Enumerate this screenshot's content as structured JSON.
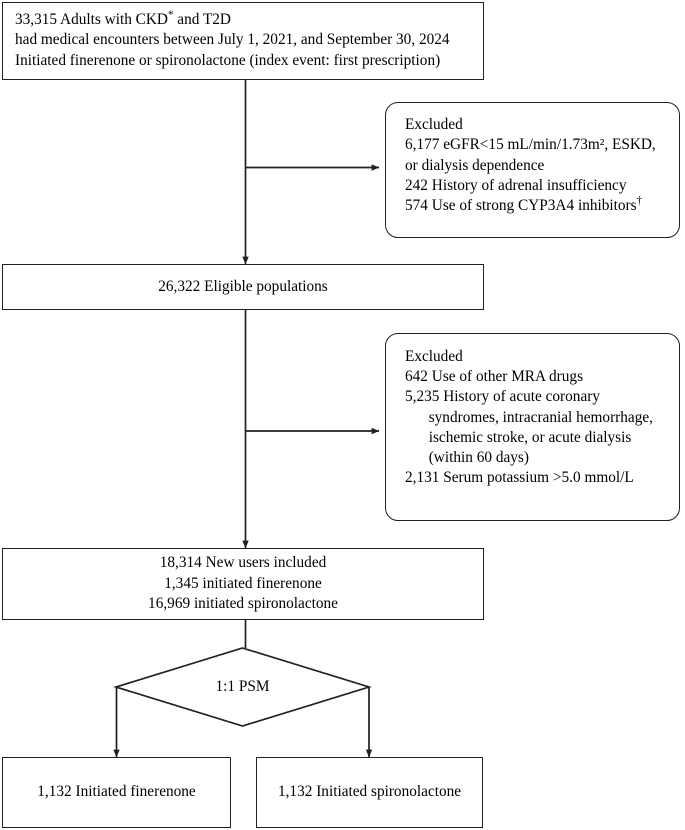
{
  "diagram": {
    "title": "Study population selection flowchart",
    "type": "flowchart",
    "stroke_color": "#231f20",
    "background_color": "#ffffff",
    "nodes": {
      "cohort_source": {
        "shape": "rectangle",
        "lines": [
          "33,315 Adults with CKD",
          "had medical encounters between July 1, 2021, and September 30, 2024",
          "Initiated finerenone or spironolactone (index event: first prescription)"
        ],
        "superscript_line_0": "*",
        "count": "33,315"
      },
      "exclusion_1": {
        "shape": "rounded-rectangle",
        "heading": "Excluded",
        "lines": [
          "6,177 eGFR<15 mL/min/1.73m², ESKD,",
          "or dialysis dependence",
          "242 History of adrenal insufficiency",
          "574 Use of strong CYP3A4 inhibitors"
        ],
        "superscript_last": "†",
        "counts": [
          "6,177",
          "242",
          "574"
        ]
      },
      "eligible": {
        "shape": "rectangle",
        "text": "26,322 Eligible populations",
        "count": "26,322"
      },
      "exclusion_2": {
        "shape": "rounded-rectangle",
        "heading": "Excluded",
        "lines": [
          "642 Use of other MRA drugs",
          "5,235 History of acute coronary",
          "syndromes, intracranial hemorrhage,",
          "ischemic stroke, or acute dialysis",
          "(within 60 days)",
          "2,131 Serum potassium >5.0 mmol/L"
        ],
        "indented_line_indices": [
          2,
          3,
          4
        ],
        "counts": [
          "642",
          "5,235",
          "2,131"
        ]
      },
      "new_users": {
        "shape": "rectangle",
        "lines": [
          "18,314 New users included",
          "1,345 initiated finerenone",
          "16,969 initiated spironolactone"
        ],
        "counts": [
          "18,314",
          "1,345",
          "16,969"
        ]
      },
      "matching": {
        "shape": "diamond",
        "text": "1:1 PSM"
      },
      "final_finerenone": {
        "shape": "rectangle",
        "text": "1,132 Initiated finerenone",
        "count": "1,132"
      },
      "final_spironolactone": {
        "shape": "rectangle",
        "text": "1,132 Initiated spironolactone",
        "count": "1,132"
      }
    }
  }
}
